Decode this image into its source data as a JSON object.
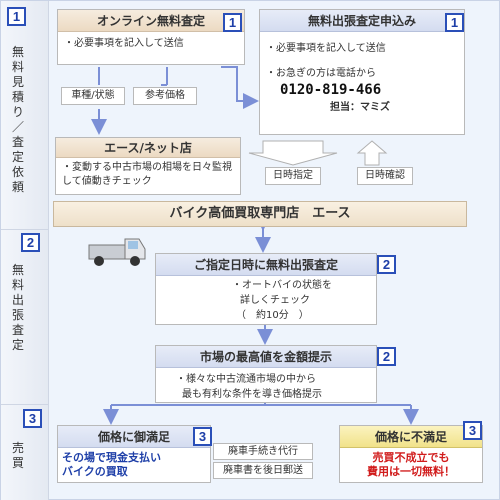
{
  "sidebar": {
    "step1": {
      "num": "1",
      "label": "無料見積り／査定依頼"
    },
    "step2": {
      "num": "2",
      "label": "無料出張査定"
    },
    "step3": {
      "num": "3",
      "label": "売買"
    }
  },
  "online": {
    "title": "オンライン無料査定",
    "num": "1",
    "body": "・必要事項を記入して送信",
    "tag1": "車種/状態",
    "tag2": "参考価格"
  },
  "visit_apply": {
    "title": "無料出張査定申込み",
    "num": "1",
    "line1": "・必要事項を記入して送信",
    "line2": "・お急ぎの方は電話から",
    "phone": "0120-819-466",
    "contact": "担当：マミズ"
  },
  "ace_net": {
    "title": "エース/ネット店",
    "body": "・変動する中古市場の相場を日々監視して値動きチェック"
  },
  "arrows": {
    "date_specify": "日時指定",
    "date_confirm": "日時確認"
  },
  "shop_bar": "バイク高価買取専門店　エース",
  "dispatch": {
    "title": "ご指定日時に無料出張査定",
    "num": "2",
    "line1": "・オートバイの状態を",
    "line2": "詳しくチェック",
    "line3": "（　約10分　）"
  },
  "market": {
    "title": "市場の最高値を金額提示",
    "num": "2",
    "line1": "・様々な中古流通市場の中から",
    "line2": "最も有利な条件を導き価格提示"
  },
  "satisfied": {
    "title": "価格に御満足",
    "num": "3",
    "line1": "その場で現金支払い",
    "line2": "バイクの買取",
    "side1": "廃車手続き代行",
    "side2": "廃車書を後日郵送"
  },
  "unsatisfied": {
    "title": "価格に不満足",
    "num": "3",
    "line1": "売買不成立でも",
    "line2": "費用は一切無料！"
  },
  "icons": [
    "truck-icon",
    "motorcycle-icon"
  ],
  "colors": {
    "badge": "#2a4fb8",
    "arrow": "#7b8fd6",
    "red": "#d11c1c",
    "blue": "#1e3fa8"
  }
}
